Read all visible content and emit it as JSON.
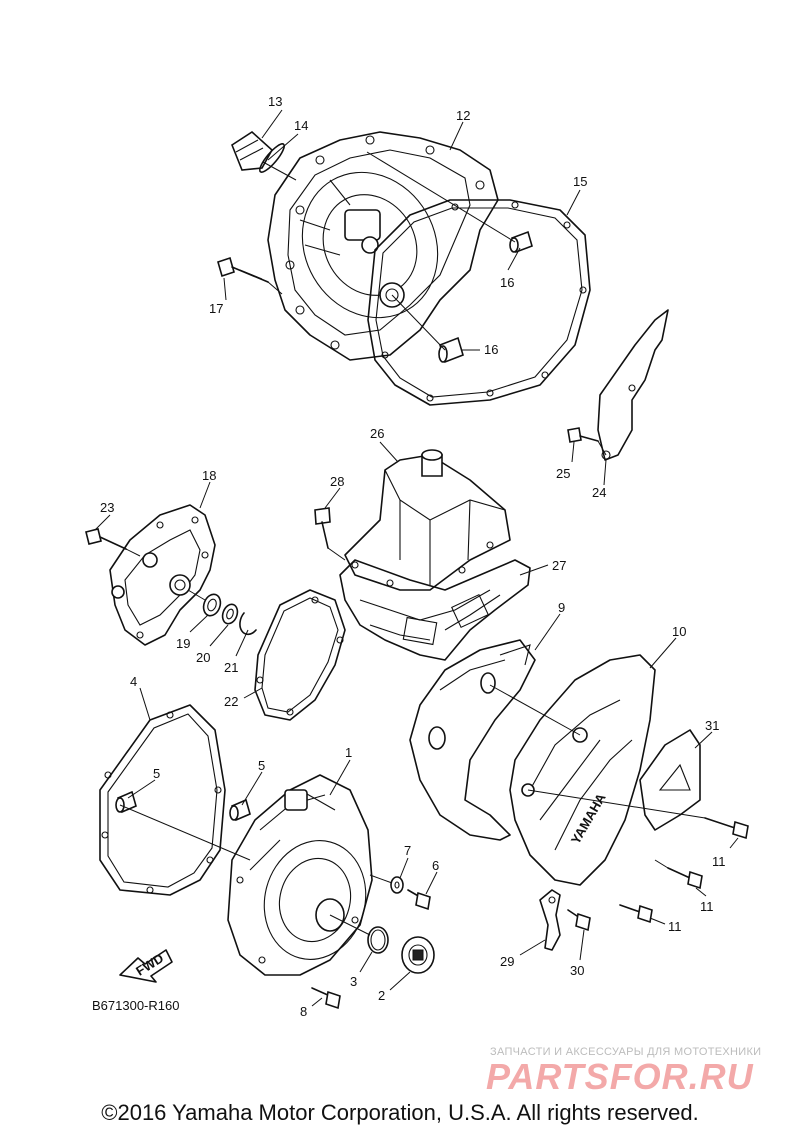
{
  "drawing_code": "B671300-R160",
  "fwd_label": "FWD",
  "copyright": "©2016 Yamaha Motor Corporation, U.S.A. All rights reserved.",
  "watermark": {
    "caption": "ЗАПЧАСТИ И АКСЕССУАРЫ ДЛЯ МОТОТЕХНИКИ",
    "logo": "PARTSFOR.RU"
  },
  "cover_emblem": "YAMAHA",
  "callouts": {
    "c1": "1",
    "c2": "2",
    "c3": "3",
    "c4": "4",
    "c5a": "5",
    "c5b": "5",
    "c6": "6",
    "c7": "7",
    "c8": "8",
    "c9": "9",
    "c10": "10",
    "c11a": "11",
    "c11b": "11",
    "c11c": "11",
    "c12": "12",
    "c13": "13",
    "c14": "14",
    "c15": "15",
    "c16a": "16",
    "c16b": "16",
    "c17": "17",
    "c18": "18",
    "c19": "19",
    "c20": "20",
    "c21": "21",
    "c22": "22",
    "c23": "23",
    "c24": "24",
    "c25": "25",
    "c26": "26",
    "c27": "27",
    "c28": "28",
    "c29": "29",
    "c30": "30",
    "c31": "31"
  }
}
